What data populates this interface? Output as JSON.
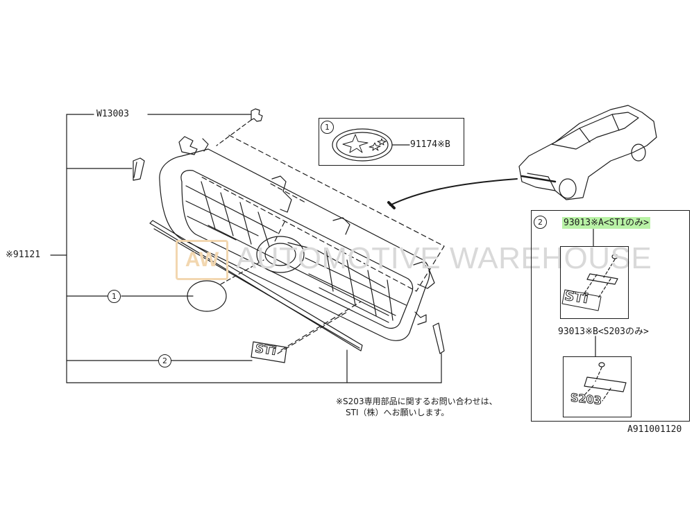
{
  "diagram": {
    "part_labels": {
      "clip": "W13003",
      "grille_assembly": "※91121",
      "emblem_part": "91174※B",
      "sti_badge": "93013※A<STIのみ>",
      "s203_badge": "93013※B<S203のみ>"
    },
    "callouts": {
      "one": "1",
      "two": "2"
    },
    "note_lines": [
      "※S203専用部品に関するお問い合わせは、",
      "STI（株）へお願いします。"
    ],
    "diagram_code": "A911001120",
    "watermark": {
      "logo_text": "AW",
      "text": "AUTOMOTIVE WAREHOUSE"
    },
    "badge_text": {
      "sti": "STi",
      "s203": "S203"
    }
  },
  "colors": {
    "line": "#1a1a1a",
    "highlight": "#b9f2a6",
    "watermark_text": "#d9d9d9",
    "watermark_logo": "#f2d7b0"
  }
}
